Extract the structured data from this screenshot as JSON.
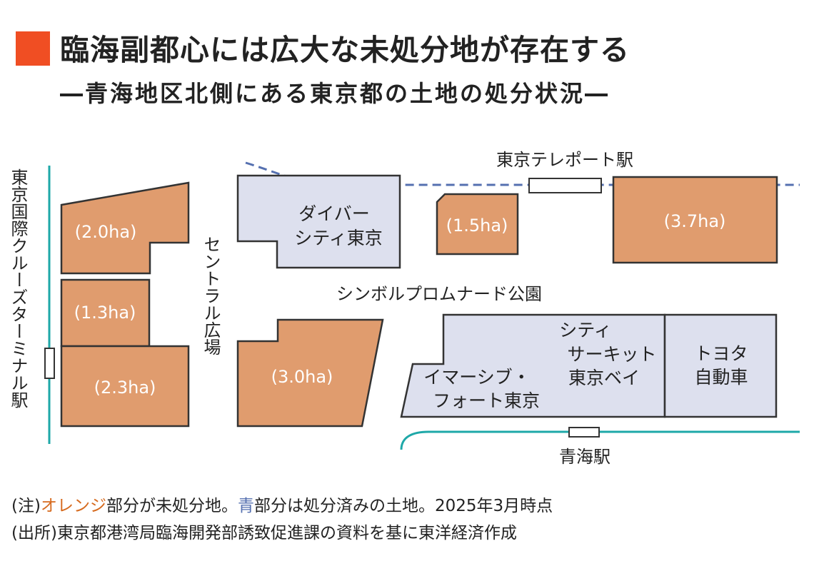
{
  "header": {
    "title": "臨海副都心には広大な未処分地が存在する",
    "subtitle": "―青海地区北側にある東京都の土地の処分状況―",
    "accent_color": "#f04e23"
  },
  "legend_colors": {
    "undisposed": "#e09c6e",
    "disposed": "#dde0ee",
    "rail_teleport": "#5570b0",
    "rail_yurikamome": "#1ea8a8"
  },
  "map": {
    "stations": {
      "tokyo_cruise": "東京国際クルーズターミナル駅",
      "teleport": "東京テレポート駅",
      "aomi": "青海駅"
    },
    "places": {
      "central_plaza": "セントラル広場",
      "symbol_promenade": "シンボルプロムナード公園"
    },
    "plots": {
      "plot_2_0": "(2.0ha)",
      "plot_1_3": "(1.3ha)",
      "plot_2_3": "(2.3ha)",
      "diver_city_1": "ダイバー",
      "diver_city_2": "シティ東京",
      "plot_1_5": "(1.5ha)",
      "plot_3_7": "(3.7ha)",
      "plot_3_0": "(3.0ha)",
      "immersive_1": "イマーシブ・",
      "immersive_2": "フォート東京",
      "circuit_1": "シティ",
      "circuit_2": "サーキット",
      "circuit_3": "東京ベイ",
      "toyota_1": "トヨタ",
      "toyota_2": "自動車"
    }
  },
  "footer": {
    "note_prefix": "(注)",
    "note_orange": "オレンジ",
    "note_mid": "部分が未処分地。",
    "note_blue": "青",
    "note_suffix": "部分は処分済みの土地。2025年3月時点",
    "source": "(出所)東京都港湾局臨海開発部誘致促進課の資料を基に東洋経済作成"
  }
}
